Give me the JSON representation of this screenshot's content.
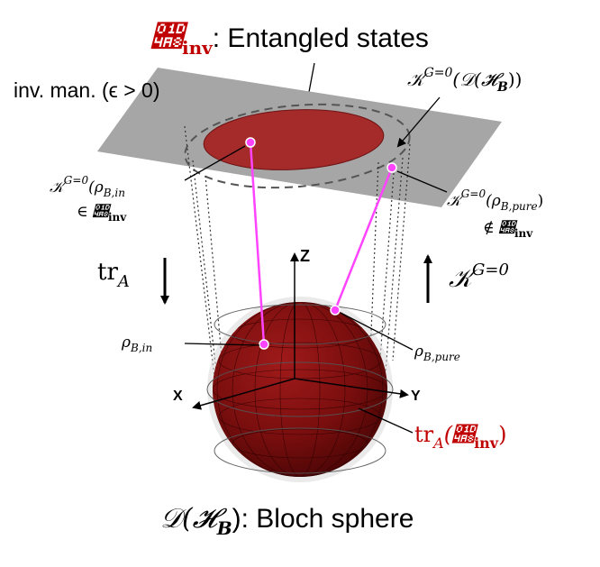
{
  "title": {
    "symbol": "𝒨",
    "subscript": "inv",
    "text": ": Entangled states"
  },
  "plane_label": "inv. man. (ϵ > 0)",
  "projection_label": {
    "main": "𝒦",
    "sup": "G=0",
    "arg": "(𝒟(𝓗",
    "arg_sub": "B",
    "arg_end": "))"
  },
  "point_in_label": {
    "main": "𝒦",
    "sup": "G=0",
    "arg": "(ρ",
    "arg_sub": "B,in",
    "arg_end": "",
    "member": "∈ 𝒨",
    "member_sub": "inv"
  },
  "point_pure_label": {
    "main": "𝒦",
    "sup": "G=0",
    "arg": "(ρ",
    "arg_sub": "B,pure",
    "arg_end": ")",
    "member": "∉ 𝒨",
    "member_sub": "inv"
  },
  "trace_label": {
    "main": "tr",
    "sub": "A"
  },
  "map_label": {
    "main": "𝒦",
    "sup": "G=0"
  },
  "rho_in_label": {
    "main": "ρ",
    "sub": "B,in"
  },
  "rho_pure_label": {
    "main": "ρ",
    "sub": "B,pure"
  },
  "image_label": {
    "tr": "tr",
    "tr_sub": "A",
    "open": "(𝒨",
    "open_sub": "inv",
    "close": ")"
  },
  "axes": {
    "z": "Z",
    "x": "X",
    "y": "Y"
  },
  "bottom_caption": {
    "prefix": "𝒟(𝓗",
    "sub": "B",
    "suffix": "): Bloch sphere"
  },
  "colors": {
    "plane": "#a6a6a6",
    "ellipse": "#a52a2a",
    "sphere": "#7a0e0e",
    "magenta": "#ff44ff",
    "title_red": "#c00000",
    "image_red": "#c00000"
  }
}
